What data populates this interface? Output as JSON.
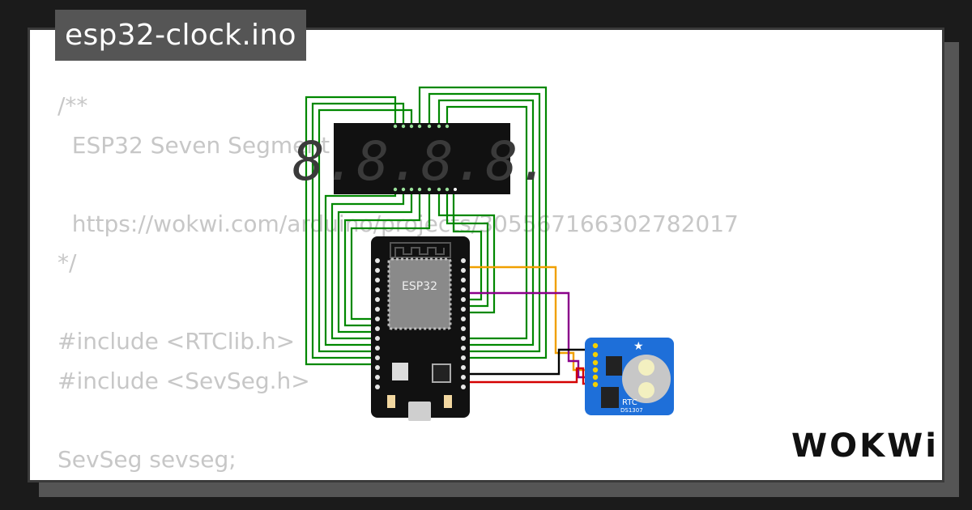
{
  "tab": {
    "title": "esp32-clock.ino"
  },
  "code": {
    "lines": [
      "/**",
      "  ESP32 Seven Segment Clock Example",
      "",
      "  https://wokwi.com/arduino/projects/305567166302782017",
      "*/",
      "",
      "#include <RTClib.h>",
      "#include <SevSeg.h>",
      "",
      "SevSeg sevseg;",
      "RTC_DS1307 rtc;"
    ]
  },
  "parts": {
    "esp32": {
      "label": "ESP32"
    },
    "display": {
      "digits": "8.8.8.8."
    },
    "rtc": {
      "label": "RTC",
      "model": "DS1307"
    }
  },
  "logo": {
    "text": "WOKWi"
  },
  "colors": {
    "wire_green": "#008800",
    "wire_orange": "#f0a000",
    "wire_purple": "#8a008a",
    "wire_black": "#000000",
    "wire_red": "#d40000",
    "rtc_board": "#1e6fd9",
    "esp_board": "#111111"
  }
}
